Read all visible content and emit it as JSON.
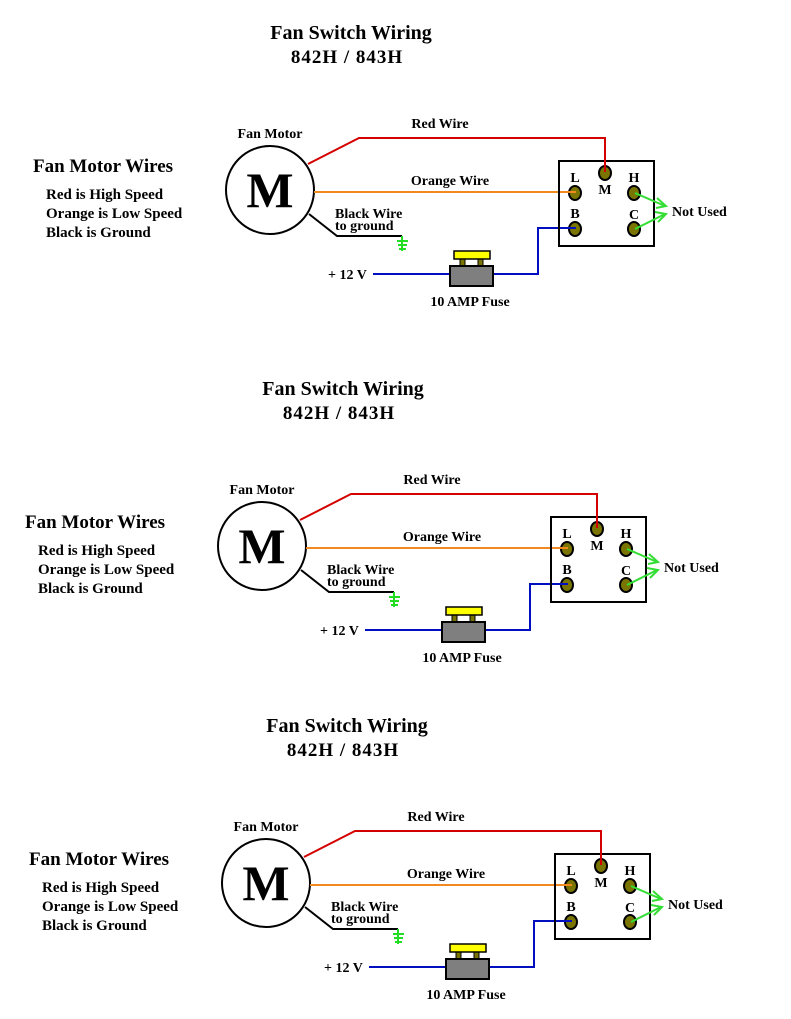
{
  "colors": {
    "red_wire": "#d40000",
    "orange_wire": "#f08a1e",
    "black_wire": "#000000",
    "blue_wire": "#0010c0",
    "ground": "#22dd22",
    "not_used_arrow": "#33dd33",
    "terminal_fill": "#7a7400",
    "fuse_body": "#7f7f7f",
    "fuse_top": "#ffff00",
    "fuse_legs": "#7a7400"
  },
  "panels": [
    {
      "title": "Fan Switch Wiring",
      "subtitle": "842H / 843H",
      "legend": {
        "heading": "Fan Motor Wires",
        "lines": [
          "Red is High Speed",
          "Orange is Low Speed",
          "Black is Ground"
        ]
      },
      "motor": {
        "label": "Fan Motor",
        "symbol": "M"
      },
      "wires": {
        "red": "Red Wire",
        "orange": "Orange Wire",
        "black_line1": "Black Wire",
        "black_line2": "to ground"
      },
      "supply": "+ 12 V",
      "fuse": "10 AMP Fuse",
      "switch": {
        "terminals": [
          "L",
          "M",
          "H",
          "B",
          "C"
        ]
      },
      "not_used": "Not Used"
    },
    {
      "title": "Fan Switch Wiring",
      "subtitle": "842H / 843H",
      "legend": {
        "heading": "Fan Motor Wires",
        "lines": [
          "Red is High Speed",
          "Orange is Low Speed",
          "Black is Ground"
        ]
      },
      "motor": {
        "label": "Fan Motor",
        "symbol": "M"
      },
      "wires": {
        "red": "Red Wire",
        "orange": "Orange Wire",
        "black_line1": "Black Wire",
        "black_line2": "to ground"
      },
      "supply": "+ 12 V",
      "fuse": "10 AMP Fuse",
      "switch": {
        "terminals": [
          "L",
          "M",
          "H",
          "B",
          "C"
        ]
      },
      "not_used": "Not Used"
    },
    {
      "title": "Fan Switch Wiring",
      "subtitle": "842H / 843H",
      "legend": {
        "heading": "Fan Motor Wires",
        "lines": [
          "Red is High Speed",
          "Orange is Low Speed",
          "Black is Ground"
        ]
      },
      "motor": {
        "label": "Fan Motor",
        "symbol": "M"
      },
      "wires": {
        "red": "Red Wire",
        "orange": "Orange Wire",
        "black_line1": "Black Wire",
        "black_line2": "to ground"
      },
      "supply": "+ 12 V",
      "fuse": "10 AMP Fuse",
      "switch": {
        "terminals": [
          "L",
          "M",
          "H",
          "B",
          "C"
        ]
      },
      "not_used": "Not Used"
    }
  ]
}
